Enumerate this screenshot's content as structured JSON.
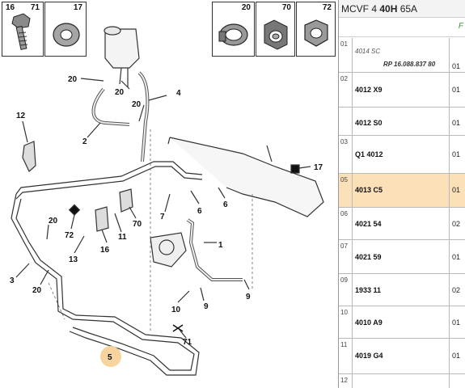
{
  "thumbnails": {
    "bolt": {
      "num_left": "16",
      "num_right": "71"
    },
    "washer": {
      "num": "17"
    },
    "clamp": {
      "num": "20"
    },
    "clip": {
      "num": "70"
    },
    "nut": {
      "num": "72"
    }
  },
  "callouts": [
    "20",
    "20",
    "20",
    "4",
    "2",
    "12",
    "17",
    "6",
    "6",
    "7",
    "20",
    "72",
    "13",
    "16",
    "11",
    "70",
    "1",
    "3",
    "20",
    "10",
    "9",
    "9",
    "71",
    "5"
  ],
  "parts_panel": {
    "header_prefix": "MCVF 4 ",
    "header_bold": "40H",
    "header_suffix": " 65A",
    "sub_flag": "F",
    "rows": [
      {
        "idx": "01",
        "code": "",
        "note": "4014 SC",
        "ref": "RP 16.088.837 80",
        "qty": "01",
        "selected": false
      },
      {
        "idx": "02",
        "code": "4012 X9",
        "note": "",
        "ref": "",
        "qty": "01",
        "selected": false
      },
      {
        "idx": "",
        "code": "4012 S0",
        "note": "",
        "ref": "",
        "qty": "01",
        "selected": false
      },
      {
        "idx": "03",
        "code": "Q1 4012",
        "note": "",
        "ref": "",
        "qty": "01",
        "selected": false
      },
      {
        "idx": "05",
        "code": "4013 C5",
        "note": "",
        "ref": "",
        "qty": "01",
        "selected": true
      },
      {
        "idx": "06",
        "code": "4021 54",
        "note": "",
        "ref": "",
        "qty": "02",
        "selected": false
      },
      {
        "idx": "07",
        "code": "4021 59",
        "note": "",
        "ref": "",
        "qty": "01",
        "selected": false
      },
      {
        "idx": "09",
        "code": "1933 11",
        "note": "",
        "ref": "",
        "qty": "02",
        "selected": false
      },
      {
        "idx": "10",
        "code": "4010 A9",
        "note": "",
        "ref": "",
        "qty": "01",
        "selected": false
      },
      {
        "idx": "11",
        "code": "4019 G4",
        "note": "",
        "ref": "",
        "qty": "01",
        "selected": false
      },
      {
        "idx": "12",
        "code": "",
        "note": "",
        "ref": "",
        "qty": "",
        "selected": false
      }
    ]
  }
}
